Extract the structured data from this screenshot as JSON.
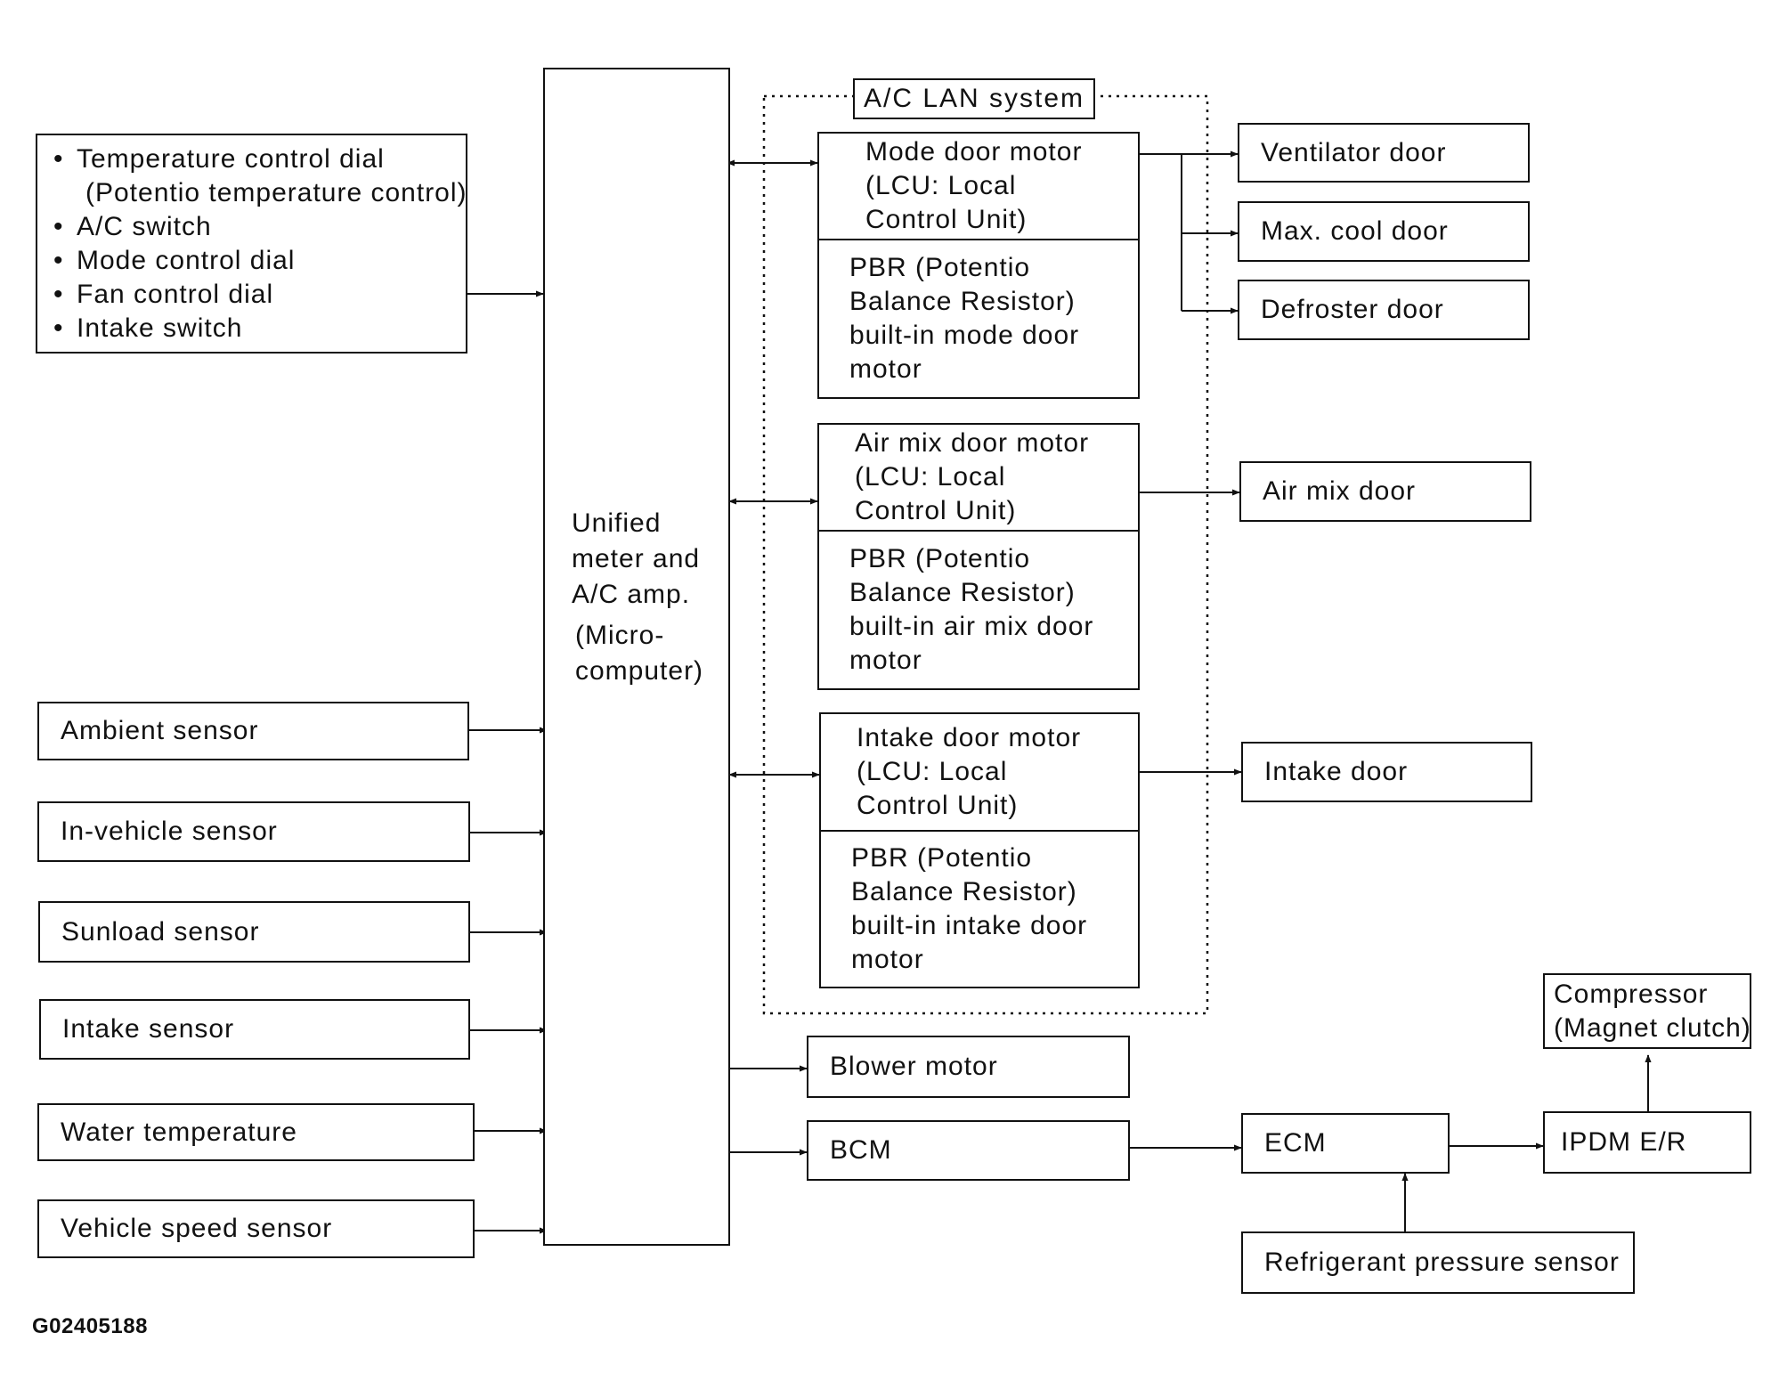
{
  "inputs": {
    "controls": [
      "Temperature control dial",
      "(Potentio temperature control)",
      "A/C switch",
      "Mode control dial",
      "Fan control dial",
      "Intake switch"
    ],
    "ambient_sensor": "Ambient sensor",
    "in_vehicle_sensor": "In-vehicle sensor",
    "sunload_sensor": "Sunload sensor",
    "intake_sensor": "Intake sensor",
    "water_temperature": "Water temperature",
    "vehicle_speed_sensor": "Vehicle speed sensor"
  },
  "amp": {
    "lines": [
      "Unified",
      "meter and",
      "A/C amp.",
      "(Micro-",
      "computer)"
    ]
  },
  "lan": {
    "title": "A/C LAN system",
    "mode_motor": {
      "lcu": [
        "Mode door motor",
        "(LCU: Local",
        "Control Unit)"
      ],
      "pbr": [
        "PBR (Potentio",
        "Balance Resistor)",
        "built-in mode door",
        "motor"
      ]
    },
    "airmix_motor": {
      "lcu": [
        "Air mix door motor",
        "(LCU: Local",
        "Control Unit)"
      ],
      "pbr": [
        "PBR (Potentio",
        "Balance Resistor)",
        "built-in air mix door",
        "motor"
      ]
    },
    "intake_motor": {
      "lcu": [
        "Intake door motor",
        "(LCU: Local",
        "Control Unit)"
      ],
      "pbr": [
        "PBR (Potentio",
        "Balance Resistor)",
        "built-in intake door",
        "motor"
      ]
    }
  },
  "outputs": {
    "ventilator_door": "Ventilator door",
    "max_cool_door": "Max. cool door",
    "defroster_door": "Defroster door",
    "air_mix_door": "Air mix door",
    "intake_door": "Intake door",
    "blower_motor": "Blower motor",
    "bcm": "BCM",
    "ecm": "ECM",
    "ipdm": "IPDM E/R",
    "compressor": [
      "Compressor",
      "(Magnet clutch)"
    ],
    "refrigerant_sensor": "Refrigerant pressure sensor"
  },
  "figure_code": "G02405188"
}
